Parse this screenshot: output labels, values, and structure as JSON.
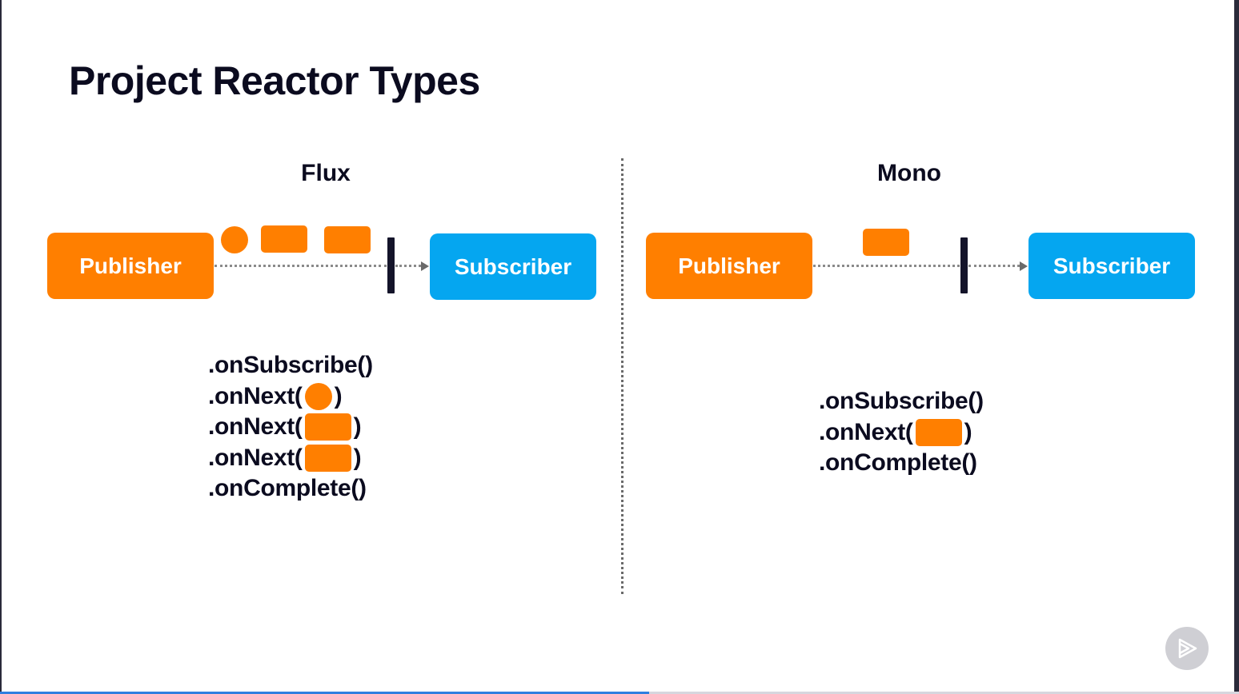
{
  "slide": {
    "title": "Project Reactor Types"
  },
  "flux": {
    "heading": "Flux",
    "publisher_label": "Publisher",
    "subscriber_label": "Subscriber",
    "items": [
      "circle",
      "rect",
      "rect"
    ],
    "calls": [
      {
        "before": ".onSubscribe()",
        "shape": "",
        "after": ""
      },
      {
        "before": ".onNext(",
        "shape": "circle",
        "after": ")"
      },
      {
        "before": ".onNext(",
        "shape": "rect",
        "after": ")"
      },
      {
        "before": ".onNext(",
        "shape": "rect",
        "after": ")"
      },
      {
        "before": ".onComplete()",
        "shape": "",
        "after": ""
      }
    ]
  },
  "mono": {
    "heading": "Mono",
    "publisher_label": "Publisher",
    "subscriber_label": "Subscriber",
    "items": [
      "rect"
    ],
    "calls": [
      {
        "before": ".onSubscribe()",
        "shape": "",
        "after": ""
      },
      {
        "before": ".onNext(",
        "shape": "rect",
        "after": ")"
      },
      {
        "before": ".onComplete()",
        "shape": "",
        "after": ""
      }
    ]
  },
  "player": {
    "progress": 0.524
  },
  "colors": {
    "publisher": "#ff7f00",
    "subscriber": "#05a6f0",
    "title": "#0b0b1f"
  },
  "icons": {
    "play": "play-icon"
  }
}
